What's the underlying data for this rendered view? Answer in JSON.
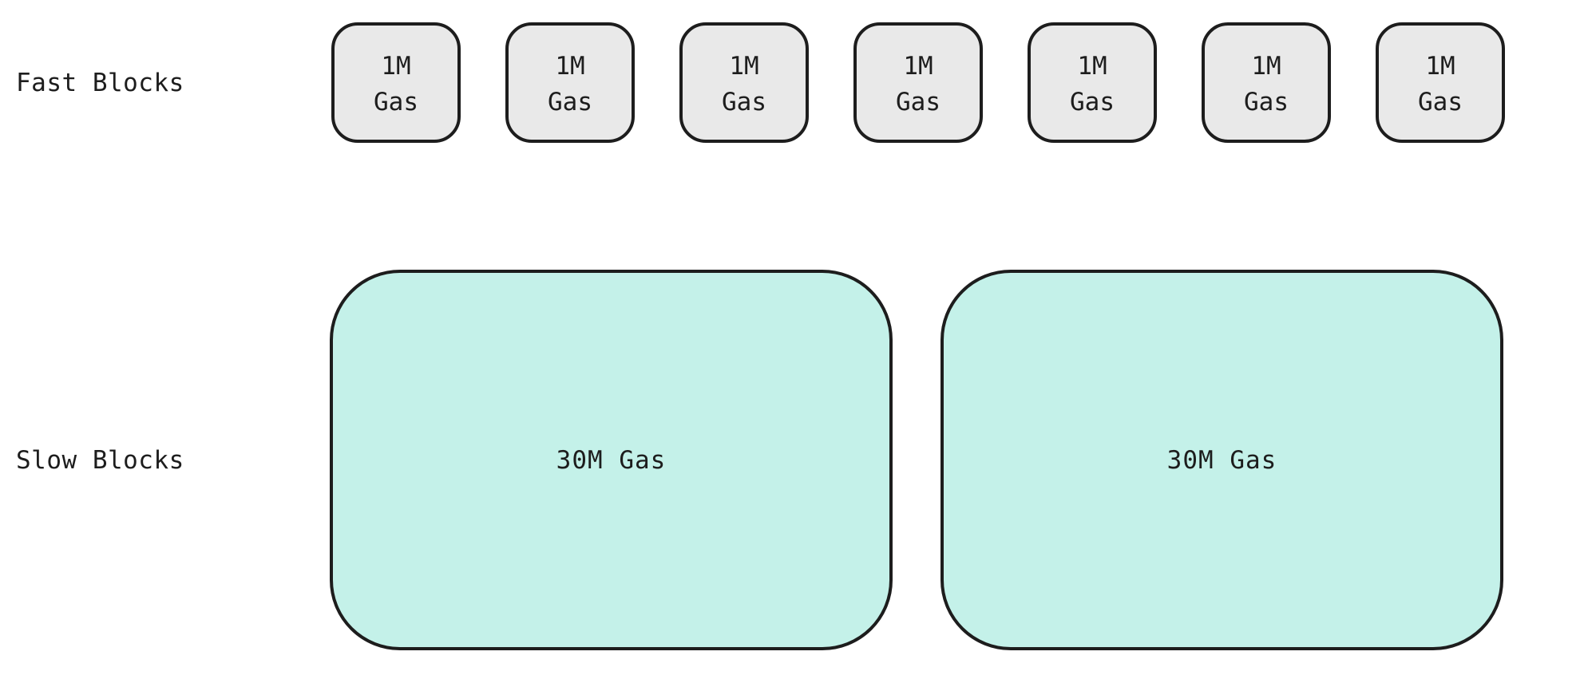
{
  "colors": {
    "ink": "#1d1d1d",
    "background": "#ffffff",
    "fast_block_fill": "#e9e9e9",
    "slow_block_fill": "#c4f1e9"
  },
  "fast_row": {
    "label": "Fast Blocks",
    "blocks": [
      {
        "line1": "1M",
        "line2": "Gas"
      },
      {
        "line1": "1M",
        "line2": "Gas"
      },
      {
        "line1": "1M",
        "line2": "Gas"
      },
      {
        "line1": "1M",
        "line2": "Gas"
      },
      {
        "line1": "1M",
        "line2": "Gas"
      },
      {
        "line1": "1M",
        "line2": "Gas"
      },
      {
        "line1": "1M",
        "line2": "Gas"
      }
    ]
  },
  "slow_row": {
    "label": "Slow Blocks",
    "blocks": [
      {
        "text": "30M Gas"
      },
      {
        "text": "30M Gas"
      }
    ]
  }
}
